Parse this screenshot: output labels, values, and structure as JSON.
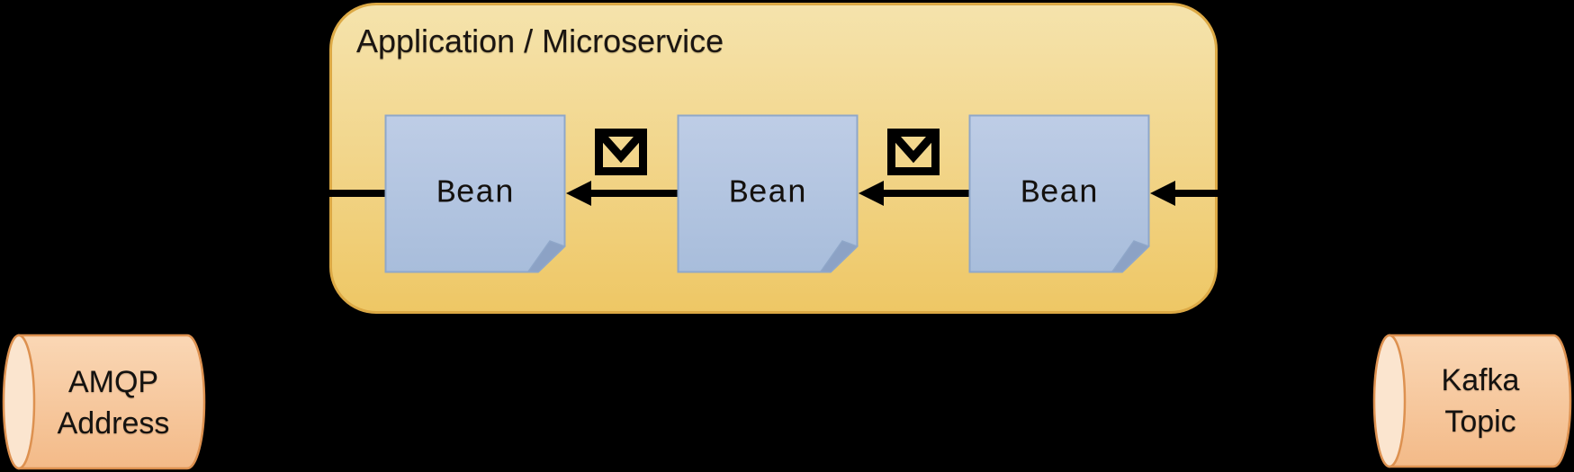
{
  "diagram": {
    "container": {
      "title": "Application / Microservice"
    },
    "beans": [
      {
        "label": "Bean"
      },
      {
        "label": "Bean"
      },
      {
        "label": "Bean"
      }
    ],
    "icons": {
      "message1": "message-envelope-icon",
      "message2": "message-envelope-icon"
    },
    "flow_direction": "right-to-left",
    "endpoints": {
      "amqp": {
        "line1": "AMQP",
        "line2": "Address"
      },
      "kafka": {
        "line1": "Kafka",
        "line2": "Topic"
      }
    },
    "colors": {
      "background": "#000000",
      "container_fill_top": "#F5E3AC",
      "container_fill_bottom": "#EEC765",
      "container_border": "#DCA945",
      "bean_fill_top": "#BECDE6",
      "bean_fill_bottom": "#A8BDDB",
      "bean_border": "#8FA7C9",
      "bean_fold": "#8CA2C5",
      "cylinder_fill_top": "#FAD7B5",
      "cylinder_fill_bottom": "#F3BA88",
      "cylinder_cap": "#FBE5CF",
      "cylinder_border": "#DD9150",
      "arrow": "#000000",
      "text": "#1A1511"
    }
  }
}
